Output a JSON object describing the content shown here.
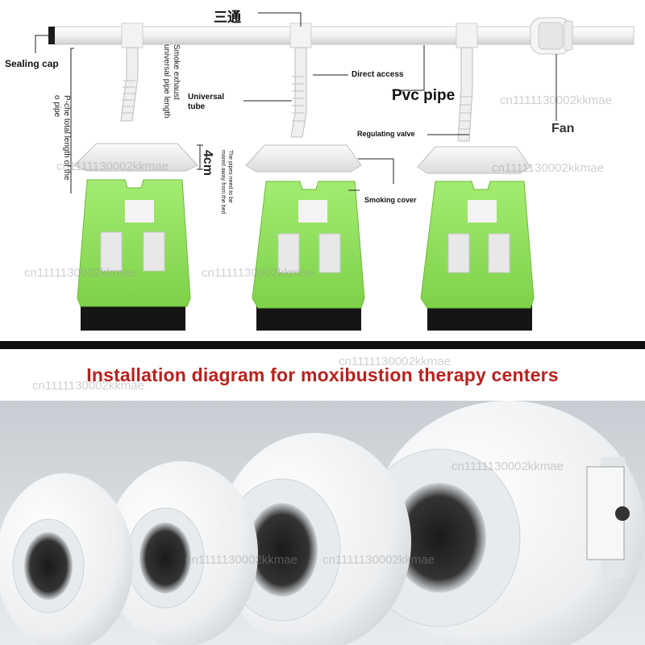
{
  "diagram": {
    "labels": {
      "tee": "三通",
      "sealing_cap": "Sealing cap",
      "total_length": "P-che total length of the\no pipe",
      "smoke_exhaust": "Smoke exhaust\nuniversal pipe length",
      "universal_tube": "Universal\ntube",
      "four_cm": "4cm",
      "pipes_note": "The pipes need to be\nmared away from the bed",
      "direct_access": "Direct access",
      "pvc_pipe": "Pvc pipe",
      "regulating_valve": "Regulating valve",
      "smoking_cover": "Smoking cover",
      "fan": "Fan"
    },
    "colors": {
      "bed_green": "#8fe05a",
      "bed_dark": "#151515",
      "pipe_white": "#f4f4f4",
      "title_red": "#b8211d"
    }
  },
  "title": "Installation diagram for moxibustion therapy centers",
  "watermark": "cn1111130002kkmae",
  "products": {
    "count": 4,
    "color": "#e9eaec"
  }
}
